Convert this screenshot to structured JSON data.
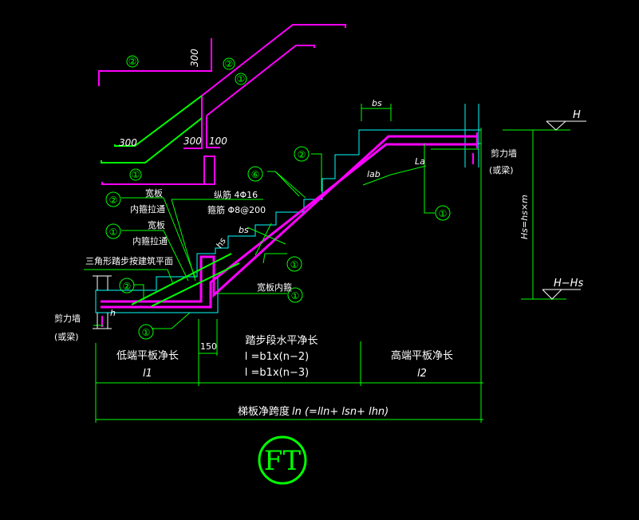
{
  "drawing": {
    "title_code": "FT",
    "colors": {
      "background": "#000000",
      "rebar": "#ff00ff",
      "concrete_outline": "#00ffff",
      "dimension": "#00ff00",
      "text": "#ffffff"
    },
    "detail": {
      "bar2_dim_300_vertical": "300",
      "bar1_left_dim": "300",
      "bar_mid_dim_300": "300",
      "bar_mid_dim_100": "100",
      "markers": {
        "m2_top_left": "②",
        "m2_top_diag": "②",
        "m1_top_diag": "①",
        "m1_lower": "①"
      }
    },
    "labels": {
      "wide_plate_1": "宽板",
      "inner_stirrup_through_1": "内箍拉通",
      "wide_plate_2": "宽板",
      "inner_stirrup_through_2": "内箍拉通",
      "triangle_step": "三角形踏步按建筑平面",
      "longitudinal_bar": "纵筋 4Φ16",
      "stirrup": "箍筋 Φ8@200",
      "wide_plate_inner_stirrup": "宽板内箍",
      "shear_wall_left": "剪力墙",
      "or_beam_left": "(或梁)",
      "shear_wall_right": "剪力墙",
      "or_beam_right": "(或梁)",
      "bs_top": "bs",
      "bs_mid": "bs",
      "hs": "hs",
      "la": "La",
      "lab": "lab",
      "h": "h",
      "level_h": "H",
      "level_h_hs": "H−Hs",
      "hs_formula": "Hs=hs×m"
    },
    "markers": {
      "m2_a": "②",
      "m6": "⑥",
      "m2_b": "②",
      "m1_a": "①",
      "m1_b": "①",
      "m1_c": "①",
      "m2_c": "②",
      "m1_d": "①",
      "m1_e": "①"
    },
    "dimensions": {
      "dim_150": "150",
      "low_plate_label": "低端平板净长",
      "low_plate_symbol": "l1",
      "step_section_label": "踏步段水平净长",
      "step_formula_1": "l =b1x(n−2)",
      "step_formula_2": "l =b1x(n−3)",
      "high_plate_label": "高端平板净长",
      "high_plate_symbol": "l2",
      "total_label": "梯板净跨度",
      "total_formula": "ln (=lln+ lsn+ lhn)"
    }
  }
}
